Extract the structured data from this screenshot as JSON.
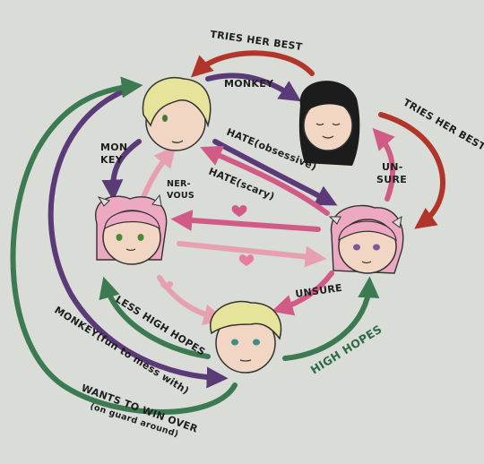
{
  "labels": {
    "tries_her_best_top": "TRIES HER BEST",
    "monkey_top": "MONKEY",
    "tries_her_best_right": "TRIES HER BEST",
    "mon": "MON",
    "key": "KEY",
    "hate_obsessive": "HATE(obsessive)",
    "hate_scary": "HATE(scary)",
    "ner": "NER-",
    "vous": "VOUS",
    "un": "UN-",
    "sure": "SURE",
    "unsure": "UNSURE",
    "less_high_hopes": "LESS HIGH HOPES",
    "monkey_fun": "MONKEY(fun to mess with)",
    "high_hopes": "HIGH HOPES",
    "wants_to_win_over": "WANTS TO WIN OVER",
    "on_guard_around": "(on guard around)"
  },
  "colors": {
    "background": "#d9dcd7",
    "red": "#b2352c",
    "purple": "#5b3a78",
    "green": "#3c7a52",
    "pink": "#d15a86",
    "light_pink": "#e7a0b0",
    "blonde": "#e6e39a",
    "black_hair": "#1c1c1c",
    "pink_hair": "#eea9c2"
  }
}
